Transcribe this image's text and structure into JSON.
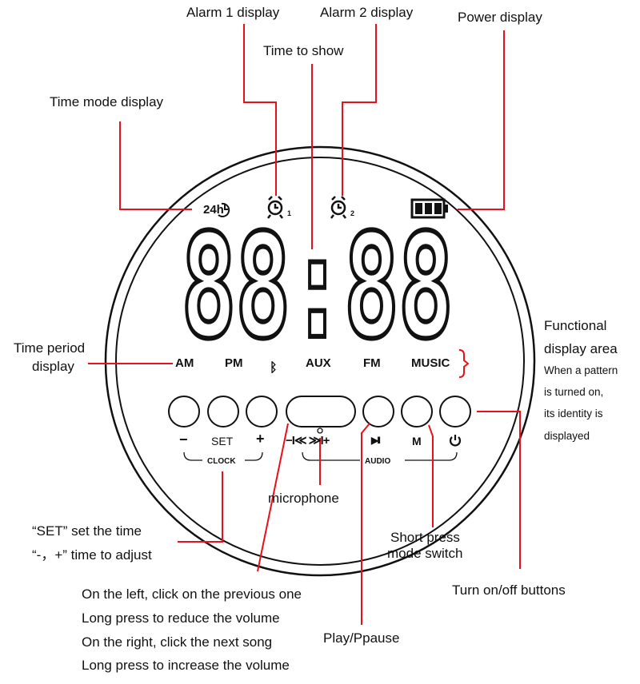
{
  "callouts": {
    "alarm1": "Alarm 1 display",
    "alarm2": "Alarm  2 display",
    "power": "Power display",
    "time_show": "Time to show",
    "time_mode": "Time mode display",
    "time_period_1": "Time period",
    "time_period_2": "display",
    "functional_1": "Functional",
    "functional_2": "display area",
    "functional_3": "When a pattern",
    "functional_4": "is  turned on,",
    "functional_5": "its identity  is",
    "functional_6": "displayed",
    "microphone": "microphone",
    "set_1": "“SET”  set the time",
    "set_2": "“-，+”  time to adjust",
    "mode_1": "Short press",
    "mode_2": "mode switch",
    "onoff": "Turn on/off buttons",
    "play": "Play/Ppause",
    "skip_1": "On the left, click on the previous one",
    "skip_2": "Long press to reduce the volume",
    "skip_3": "On the right, click the next song",
    "skip_4": "Long press to increase the volume"
  },
  "display": {
    "time_mode": "24h",
    "alarm1_num": "1",
    "alarm2_num": "2",
    "digits": "88:88",
    "modes": [
      "AM",
      "PM",
      "AUX",
      "FM",
      "MUSIC"
    ]
  },
  "buttons": {
    "minus": "−",
    "set": "SET",
    "plus": "+",
    "clock": "CLOCK",
    "skip": "−I≪ ≫I+",
    "play": "▶II",
    "mode": "M",
    "audio": "AUDIO"
  },
  "colors": {
    "leader": "#e8101a",
    "ink": "#111111"
  }
}
